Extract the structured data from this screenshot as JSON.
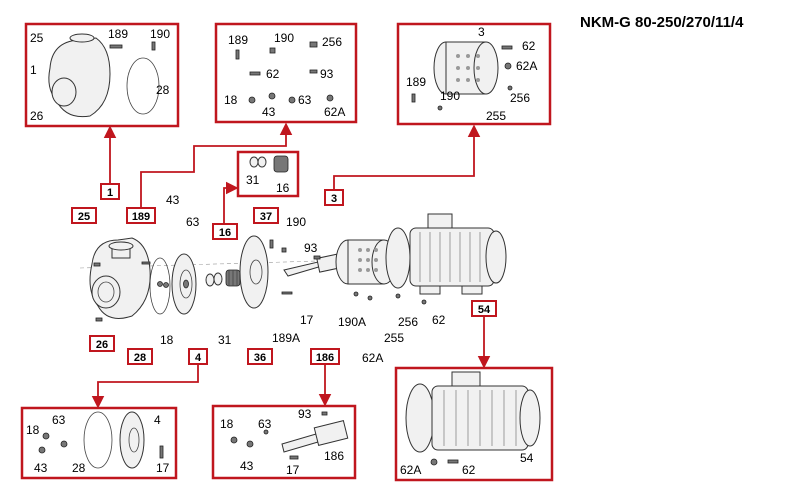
{
  "title": "NKM-G 80-250/270/11/4",
  "colors": {
    "accent": "#c0161e",
    "line": "#333333",
    "part_fill": "#f1f1f1"
  },
  "tags": [
    "1",
    "189",
    "25",
    "28",
    "26",
    "4",
    "16",
    "37",
    "36",
    "186",
    "3",
    "54"
  ],
  "main_labels": [
    "43",
    "63",
    "190",
    "93",
    "17",
    "189A",
    "18",
    "31",
    "190A",
    "62A",
    "255",
    "256",
    "62"
  ],
  "boxes": {
    "box1": [
      "25",
      "189",
      "190",
      "1",
      "28",
      "26"
    ],
    "box189": [
      "189",
      "190",
      "256",
      "62",
      "93",
      "18",
      "43",
      "63",
      "62A"
    ],
    "box16": [
      "31",
      "16"
    ],
    "box3": [
      "3",
      "62",
      "62A",
      "189",
      "190",
      "256",
      "255"
    ],
    "box4": [
      "18",
      "63",
      "4",
      "43",
      "28",
      "17"
    ],
    "box186": [
      "93",
      "18",
      "63",
      "43",
      "17",
      "186"
    ],
    "box54": [
      "62A",
      "62",
      "54"
    ]
  }
}
